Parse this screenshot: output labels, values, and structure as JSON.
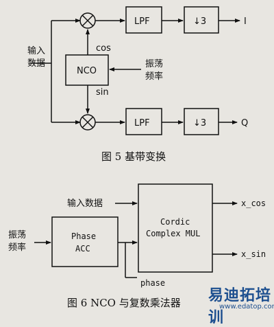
{
  "figure5": {
    "input_label_line1": "输入",
    "input_label_line2": "数据",
    "lpf_top": "LPF",
    "lpf_bottom": "LPF",
    "decim_top": "↓3",
    "decim_bottom": "↓3",
    "output_i": "I",
    "output_q": "Q",
    "cos_label": "cos",
    "sin_label": "sin",
    "nco_label": "NCO",
    "osc_freq_line1": "振荡",
    "osc_freq_line2": "频率",
    "caption": "图 5   基带变换"
  },
  "figure6": {
    "input_data": "输入数据",
    "osc_freq_line1": "振荡",
    "osc_freq_line2": "频率",
    "phase_acc_line1": "Phase",
    "phase_acc_line2": "ACC",
    "cordic_line1": "Cordic",
    "cordic_line2": "Complex MUL",
    "x_cos": "x_cos",
    "x_sin": "x_sin",
    "phase_label": "phase",
    "caption": "图 6   NCO 与复数乘法器"
  },
  "watermark": {
    "line1": "易迪拓培训",
    "line2": "www.edatop.com"
  }
}
